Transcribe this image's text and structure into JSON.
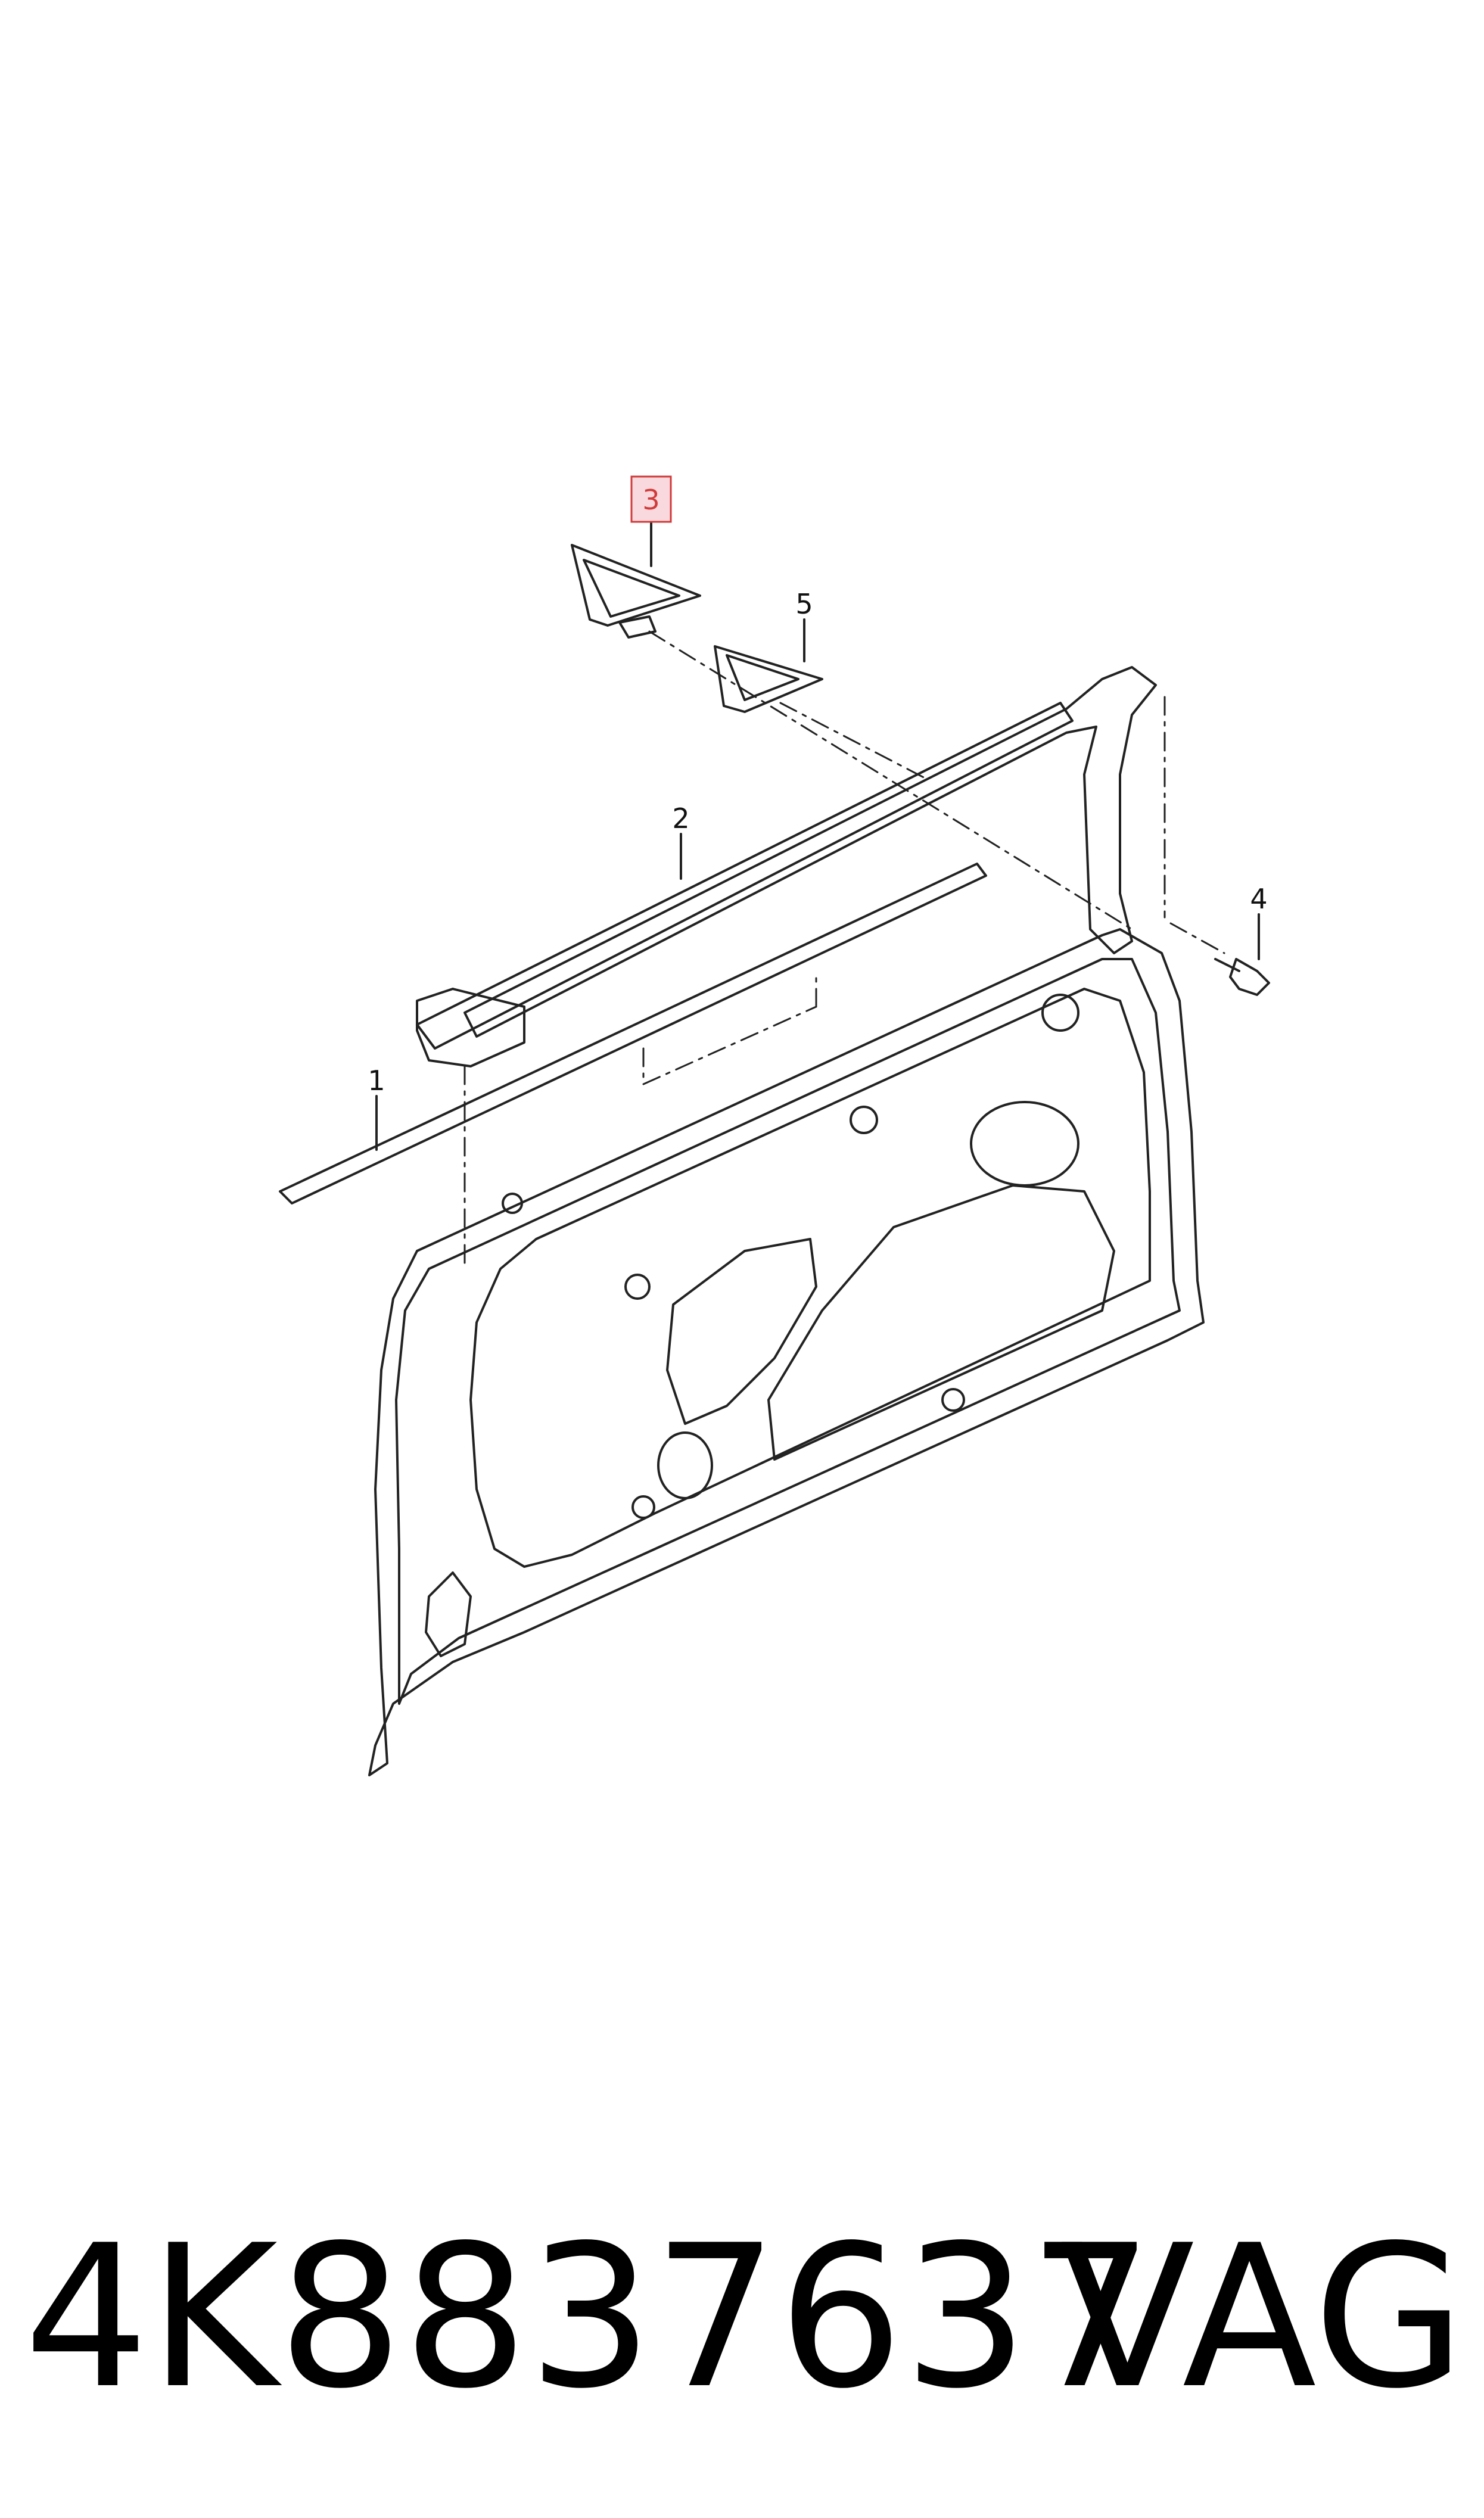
{
  "diagram": {
    "callouts": [
      {
        "id": "1",
        "label": "1"
      },
      {
        "id": "2",
        "label": "2"
      },
      {
        "id": "3",
        "label": "3",
        "highlighted": true
      },
      {
        "id": "4",
        "label": "4"
      },
      {
        "id": "5",
        "label": "5"
      }
    ],
    "highlight_color": "#f9d9dd",
    "highlight_border_color": "#d03a3a",
    "line_color": "#222222"
  },
  "footer": {
    "part_number": "4K8837637",
    "brand": "VAG"
  }
}
